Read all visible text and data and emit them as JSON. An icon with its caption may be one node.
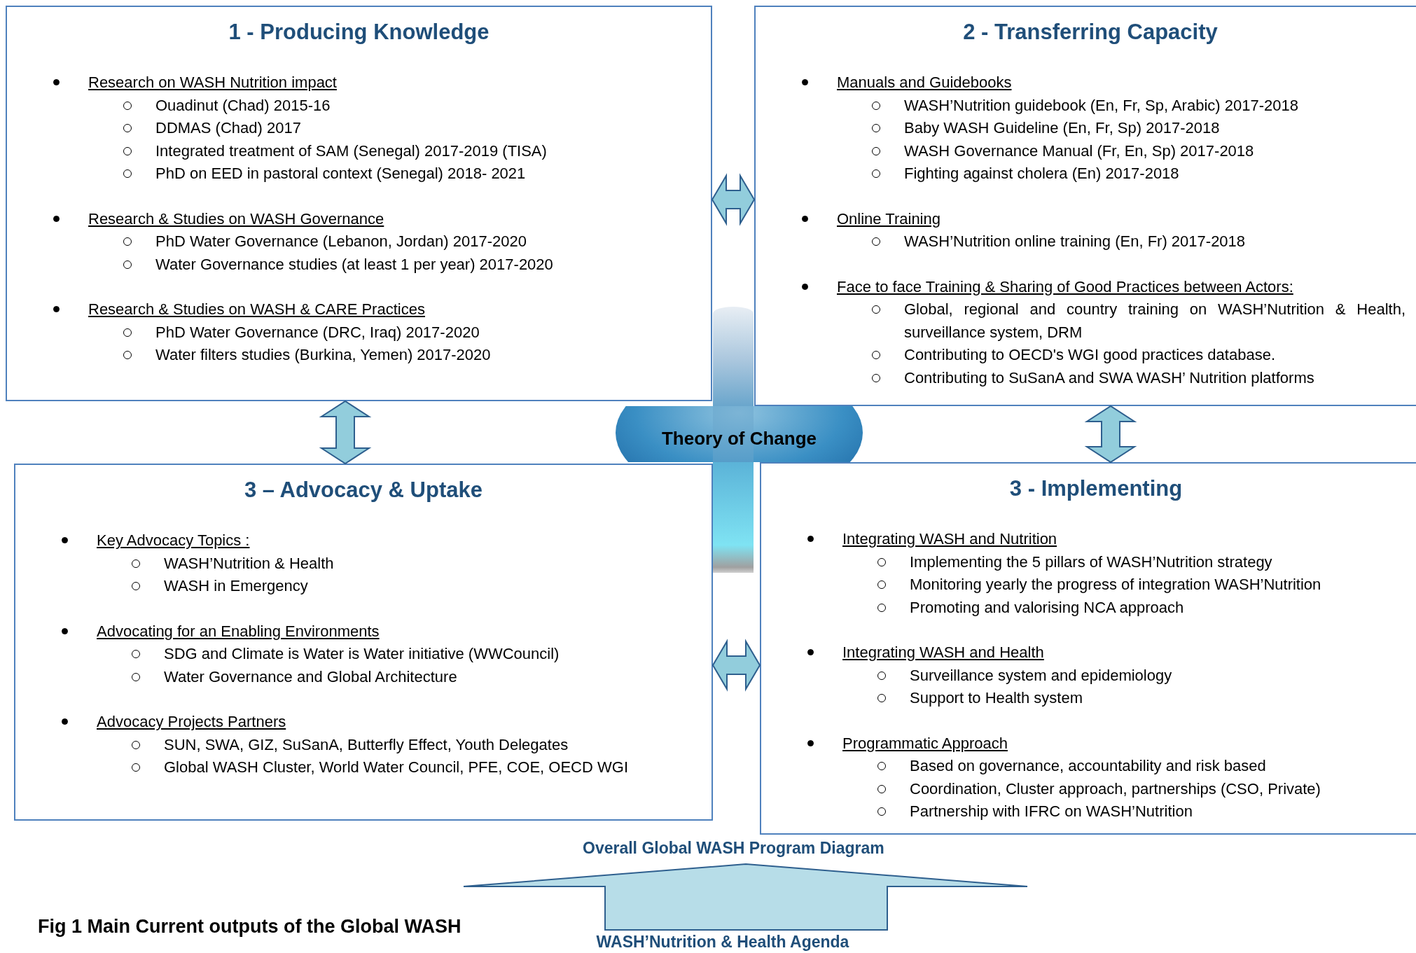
{
  "diagram": {
    "caption": "Fig 1 Main Current outputs of the Global WASH",
    "nodes": [
      {
        "text": [
          "1 - Producing Knowledge",
          "Research on WASH Nutrition impact",
          "Ouadinut (Chad) 2015-16",
          "DDMAS (Chad) 2017",
          "Integrated treatment  of SAM (Senegal) 2017-2019 (TISA)",
          "PhD on EED in pastoral context (Senegal) 2018- 2021",
          "Research & Studies on WASH Governance",
          "PhD Water Governance (Lebanon, Jordan) 2017-2020",
          "Water Governance studies (at least 1 per year) 2017-2020",
          "Research & Studies on WASH & CARE Practices",
          "PhD Water Governance (DRC, Iraq) 2017-2020",
          "Water filters studies (Burkina, Yemen) 2017-2020"
        ]
      },
      {
        "text": [
          "2 - Transferring Capacity",
          "Manuals and Guidebooks",
          "WASH’Nutrition guidebook (En, Fr, Sp, Arabic) 2017-2018",
          "Baby WASH Guideline (En, Fr, Sp) 2017-2018",
          "WASH Governance Manual (Fr, En, Sp) 2017-2018",
          "Fighting against cholera (En) 2017-2018",
          "Online Training",
          "WASH’Nutrition online training (En, Fr) 2017-2018",
          "Face to face Training & Sharing of Good Practices between Actors:",
          "Global, regional and country training on WASH’Nutrition & Health, surveillance system, DRM",
          "Contributing to OECD's WGI good practices database.",
          "Contributing to SuSanA and SWA WASH’ Nutrition platforms"
        ]
      },
      {
        "text": [
          "Theory of Change"
        ]
      },
      {
        "text": [
          "3 – Advocacy & Uptake",
          "Key Advocacy Topics :",
          "WASH’Nutrition & Health",
          "WASH in Emergency",
          "Advocating for an Enabling Environments",
          "SDG and Climate is Water is Water initiative (WWCouncil)",
          "Water Governance and Global Architecture",
          "Advocacy Projects Partners",
          "SUN, SWA, GIZ, SuSanA, Butterfly Effect, Youth Delegates",
          "Global WASH Cluster, World Water Council, PFE, COE, OECD WGI"
        ]
      },
      {
        "text": [
          "3 - Implementing",
          "Integrating WASH and Nutrition",
          "Implementing the 5 pillars of WASH’Nutrition strategy",
          "Monitoring yearly the progress of integration WASH’Nutrition",
          "Promoting and valorising NCA approach",
          "Integrating WASH and Health",
          "Surveillance system and epidemiology",
          "Support to Health system",
          "Programmatic Approach",
          "Based on governance, accountability and risk based",
          "Coordination, Cluster approach, partnerships (CSO, Private)",
          "Partnership with IFRC on WASH’Nutrition"
        ]
      },
      {
        "text": [
          "Overall Global WASH Program Diagram"
        ]
      },
      {
        "text": [
          "WASH’Nutrition & Health Agenda"
        ]
      },
      {
        "text": [],
        "shape": "bar"
      },
      {
        "text": [],
        "shape": "bar"
      }
    ],
    "edges": [
      {
        "from": 0,
        "to": 1,
        "arrow": "both"
      },
      {
        "from": 0,
        "to": 3,
        "arrow": "both"
      },
      {
        "from": 1,
        "to": 4,
        "arrow": "both"
      },
      {
        "from": 3,
        "to": 4,
        "arrow": "both"
      },
      {
        "from": 6,
        "to": 5,
        "arrow": "to"
      }
    ]
  }
}
